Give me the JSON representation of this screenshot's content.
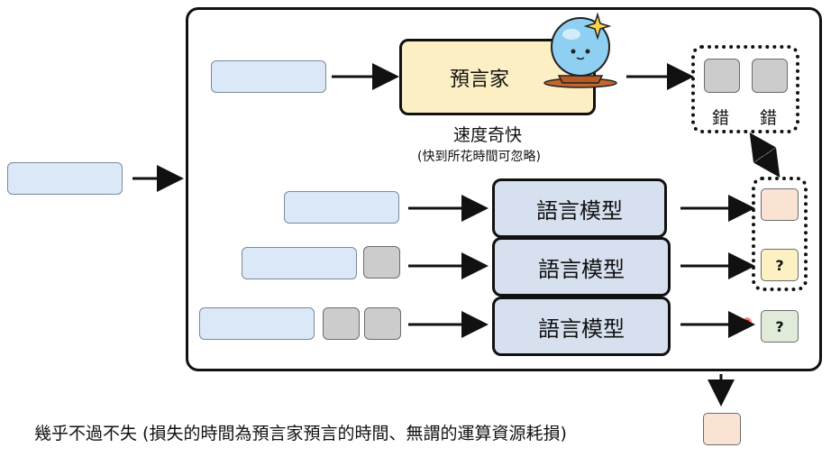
{
  "oracle": {
    "label": "預言家",
    "caption": "速度奇快",
    "subcaption": "(快到所花時間可忽略)"
  },
  "language_models": [
    {
      "label": "語言模型"
    },
    {
      "label": "語言模型"
    },
    {
      "label": "語言模型"
    }
  ],
  "wrong_labels": [
    "錯",
    "錯"
  ],
  "unknown_mark": "?",
  "footer": {
    "text": "幾乎不過不失 (損失的時間為預言家預言的時間、無謂的運算資源耗損)"
  },
  "colors": {
    "input_fill": "#dbe8f7",
    "token_gray": "#cccccc",
    "lm_fill": "#d6e0ef",
    "oracle_fill": "#fdefc4",
    "peach": "#fbe3d3",
    "yellow": "#fdf1c4",
    "green": "#e0ecd9"
  },
  "icons": [
    "crystal-ball-icon",
    "sparkle-icon",
    "laser-dot-icon"
  ]
}
